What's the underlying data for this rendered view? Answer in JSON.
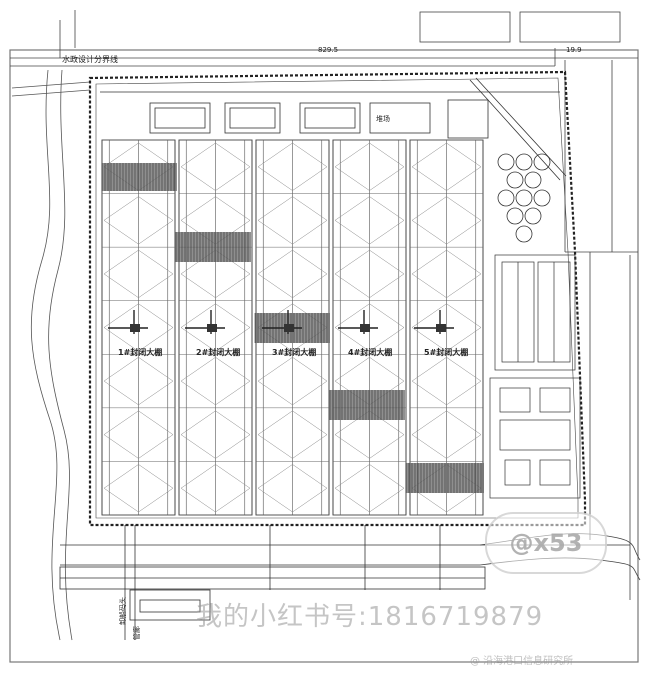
{
  "title_label": "水政设计分界线",
  "dimension_top": "829.5",
  "dimension_right": "19.9",
  "sheds": [
    {
      "label": "1#封闭大棚"
    },
    {
      "label": "2#封闭大棚"
    },
    {
      "label": "3#封闭大棚"
    },
    {
      "label": "4#封闭大棚"
    },
    {
      "label": "5#封闭大棚"
    }
  ],
  "top_buildings": [
    "",
    "",
    "",
    "",
    "堆场"
  ],
  "bottom_left_labels": [
    "卸船码头",
    "管廊"
  ],
  "watermark_text": "我的小红书号:1816719879",
  "watermark_badge": "@x53",
  "caption_text": "@ 沿海港口信息研究所",
  "colors": {
    "line": "#333333",
    "hatch": "#555555",
    "background": "#ffffff"
  }
}
